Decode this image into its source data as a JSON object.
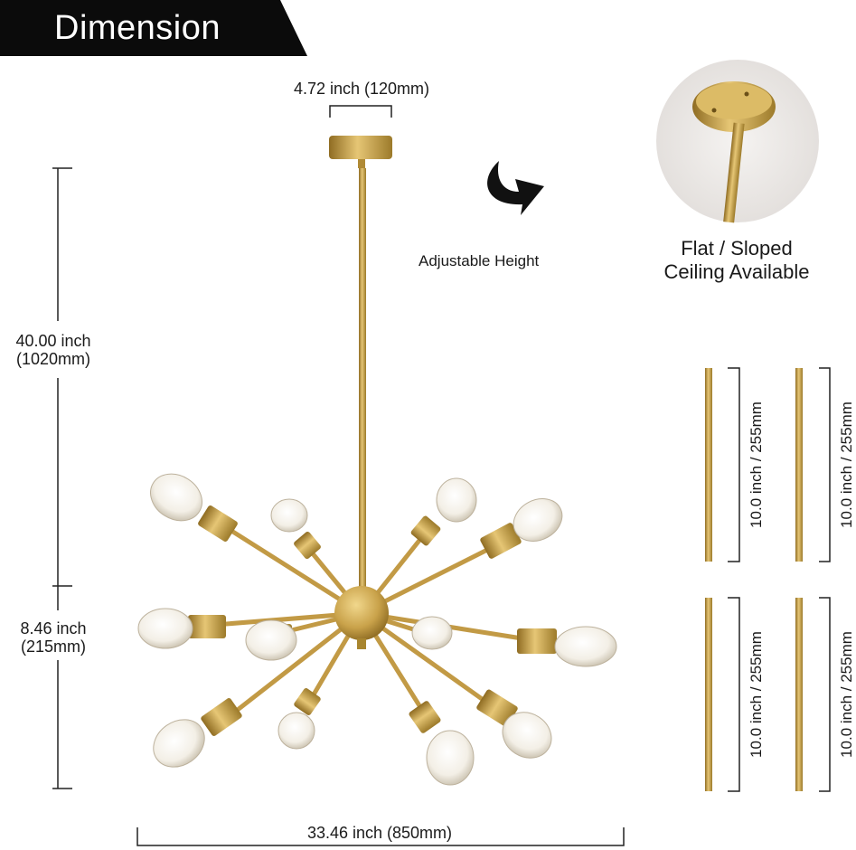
{
  "header": {
    "title": "Dimension"
  },
  "dimensions": {
    "canopy_width": "4.72 inch (120mm)",
    "total_height_in": "40.00 inch",
    "total_height_mm": "(1020mm)",
    "body_height_in": "8.46 inch",
    "body_height_mm": "(215mm)",
    "overall_width": "33.46 inch (850mm)"
  },
  "notes": {
    "adjustable": "Adjustable Height",
    "ceiling_line1": "Flat / Sloped",
    "ceiling_line2": "Ceiling Available"
  },
  "rods": [
    {
      "label": "10.0 inch / 255mm"
    },
    {
      "label": "10.0 inch / 255mm"
    },
    {
      "label": "10.0 inch / 255mm"
    },
    {
      "label": "10.0 inch / 255mm"
    }
  ],
  "colors": {
    "brass": "#c9a24a",
    "brass_dark": "#9c7a2a",
    "banner": "#0b0b0b"
  }
}
